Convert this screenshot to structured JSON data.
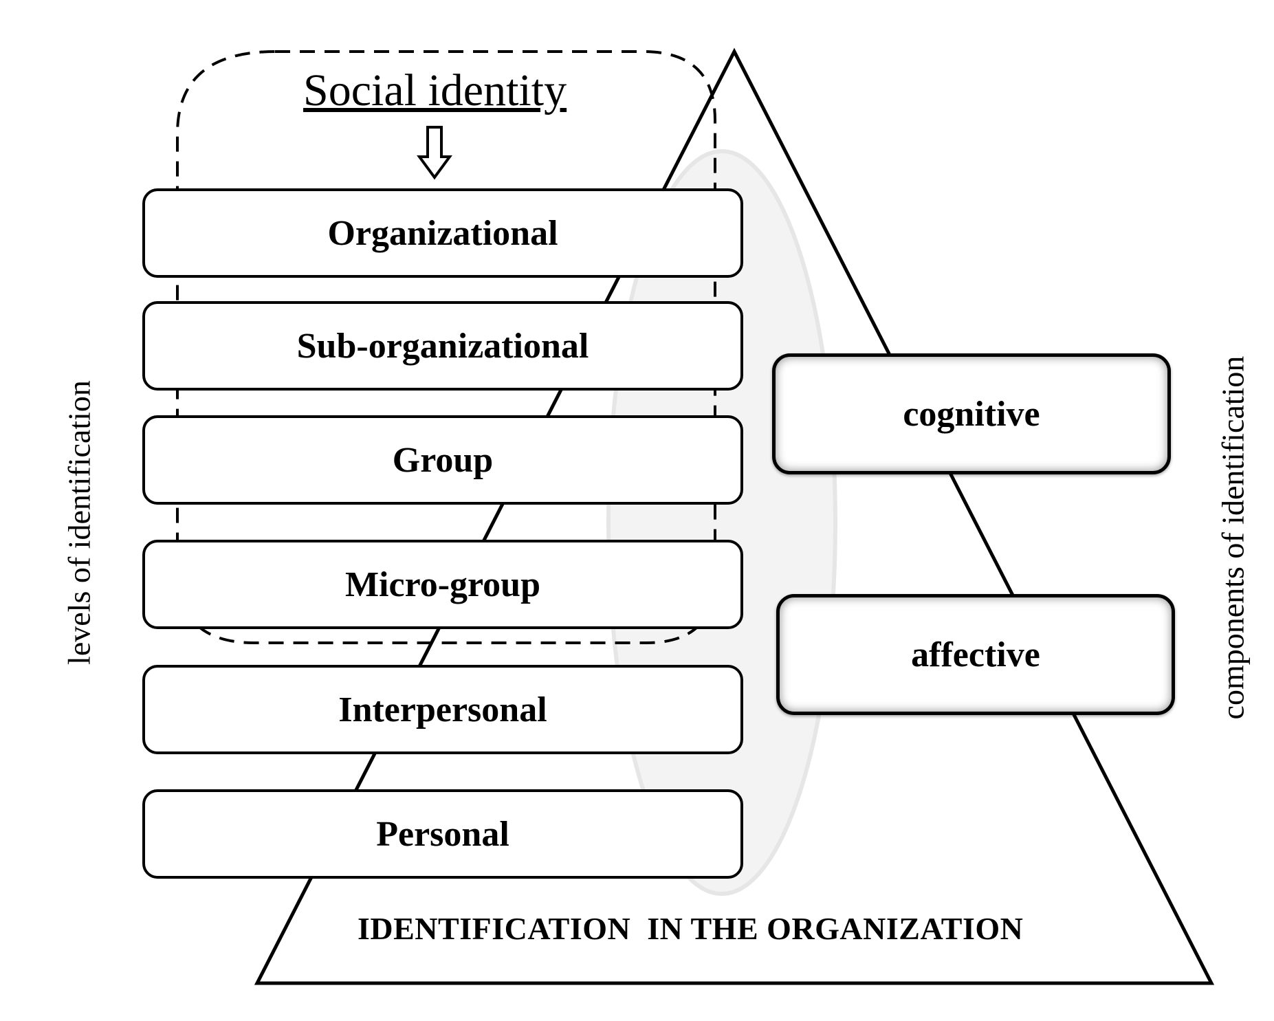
{
  "diagram": {
    "social_identity": {
      "title": "Social identity",
      "arrow_icon": "hollow-down-arrow"
    },
    "levels_of_identification": {
      "axis_label": "levels of identification",
      "items": [
        "Organizational",
        "Sub-organizational",
        "Group",
        "Micro-group",
        "Interpersonal",
        "Personal"
      ]
    },
    "components_of_identification": {
      "axis_label": "components of identification",
      "items": [
        "cognitive",
        "affective"
      ]
    },
    "pyramid_title": "IDENTIFICATION  IN THE ORGANIZATION",
    "colors": {
      "stroke": "#000000",
      "background": "#ffffff",
      "ellipse_fill": "#f2f2f2"
    }
  }
}
